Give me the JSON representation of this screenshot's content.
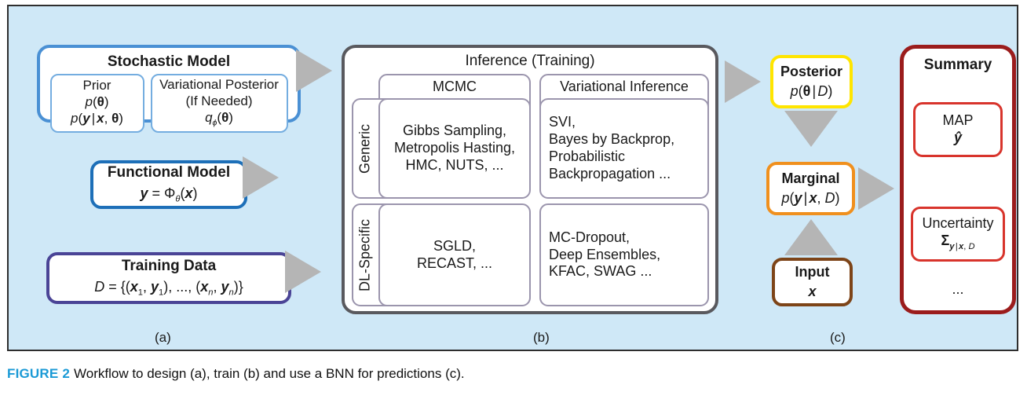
{
  "figure": {
    "caption_number": "FIGURE 2",
    "caption_text": "Workflow to design (a), train (b) and use a BNN for predictions (c).",
    "background_color": "#cfe8f7"
  },
  "part_labels": {
    "a": "(a)",
    "b": "(b)",
    "c": "(c)"
  },
  "design": {
    "stochastic_model": {
      "title": "Stochastic Model",
      "border_color": "#4a90d4",
      "prior": {
        "title": "Prior",
        "line1": "p(θ)",
        "line2": "p(y|x, θ)",
        "border_color": "#74ade0"
      },
      "variational_posterior": {
        "line1": "Variational Posterior",
        "line2": "(If Needed)",
        "line3": "qφ(θ)",
        "border_color": "#74ade0"
      }
    },
    "functional_model": {
      "title": "Functional Model",
      "formula": "y = Φθ(x)",
      "border_color": "#1d6fb8"
    },
    "training_data": {
      "title": "Training Data",
      "formula": "D = {(x1, y1), ..., (xn, yn)}",
      "border_color": "#4a4496"
    }
  },
  "inference": {
    "title": "Inference (Training)",
    "border_color": "#59595e",
    "column_headers": [
      "MCMC",
      "Variational Inference"
    ],
    "row_headers": [
      "Generic",
      "DL-Specific"
    ],
    "cells": {
      "generic_mcmc": [
        "Gibbs Sampling,",
        "Metropolis Hasting,",
        "HMC, NUTS, ..."
      ],
      "generic_vi": [
        "SVI,",
        "Bayes by Backprop,",
        "Probabilistic",
        "Backpropagation ..."
      ],
      "dl_mcmc": [
        "SGLD,",
        "RECAST, ..."
      ],
      "dl_vi": [
        "MC-Dropout,",
        "Deep Ensembles,",
        "KFAC, SWAG ..."
      ]
    }
  },
  "prediction": {
    "posterior": {
      "title": "Posterior",
      "formula": "p(θ|D)",
      "border_color": "#ffe500"
    },
    "marginal": {
      "title": "Marginal",
      "formula": "p(y|x, D)",
      "border_color": "#f0901e"
    },
    "input": {
      "title": "Input",
      "formula": "x",
      "border_color": "#7d4418"
    },
    "summary": {
      "title": "Summary",
      "border_color": "#9b1c1c",
      "inner_border_color": "#d8342c",
      "map": {
        "title": "MAP",
        "formula": "ŷ"
      },
      "uncertainty": {
        "title": "Uncertainty",
        "formula": "Σy|x, D"
      },
      "ellipsis": "..."
    }
  },
  "arrows": {
    "color": "#b5b5b5",
    "names": [
      "stochastic-to-inference",
      "functional-to-inference",
      "data-to-inference",
      "inference-to-posterior",
      "posterior-to-marginal",
      "input-to-marginal",
      "marginal-to-summary"
    ]
  }
}
